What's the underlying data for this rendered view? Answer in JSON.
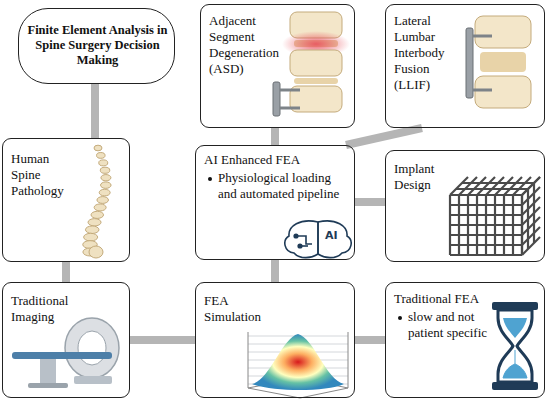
{
  "diagram": {
    "nodes": [
      {
        "text": [
          "Finite Element Analysis in Spine Surgery Decision Making"
        ]
      },
      {
        "text": [
          "Adjacent Segment Degeneration (ASD)"
        ]
      },
      {
        "text": [
          "Lateral Lumbar Interbody Fusion (LLIF)"
        ]
      },
      {
        "text": [
          "Human Spine Pathology"
        ]
      },
      {
        "text": [
          "AI Enhanced FEA",
          "Physiological loading and automated pipeline"
        ]
      },
      {
        "text": [
          "Implant Design"
        ]
      },
      {
        "text": [
          "Traditional Imaging"
        ]
      },
      {
        "text": [
          "FEA Simulation"
        ]
      },
      {
        "text": [
          "Traditional FEA",
          "slow and not patient specific"
        ]
      }
    ],
    "edges": [
      {
        "from": 0,
        "to": 3,
        "arrow": "none"
      },
      {
        "from": 3,
        "to": 6,
        "arrow": "none"
      },
      {
        "from": 6,
        "to": 7,
        "arrow": "none"
      },
      {
        "from": 7,
        "to": 4,
        "arrow": "none"
      },
      {
        "from": 7,
        "to": 8,
        "arrow": "none"
      },
      {
        "from": 4,
        "to": 1,
        "arrow": "none"
      },
      {
        "from": 4,
        "to": 2,
        "arrow": "none"
      },
      {
        "from": 4,
        "to": 5,
        "arrow": "none"
      }
    ],
    "labels": [
      "AI"
    ]
  }
}
